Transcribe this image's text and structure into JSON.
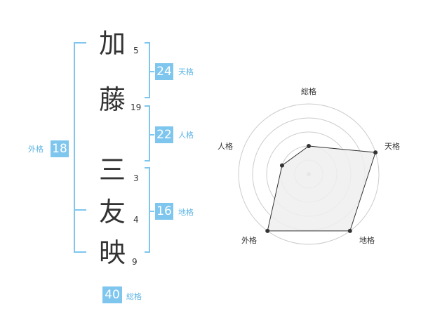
{
  "name": {
    "characters": [
      {
        "char": "加",
        "strokes": "5"
      },
      {
        "char": "藤",
        "strokes": "19"
      },
      {
        "char": "三",
        "strokes": "3"
      },
      {
        "char": "友",
        "strokes": "4"
      },
      {
        "char": "映",
        "strokes": "9"
      }
    ]
  },
  "fortunes": {
    "tenkaku": {
      "label": "天格",
      "value": "24"
    },
    "jinkaku": {
      "label": "人格",
      "value": "22"
    },
    "chikaku": {
      "label": "地格",
      "value": "16"
    },
    "gaikaku": {
      "label": "外格",
      "value": "18"
    },
    "soukaku": {
      "label": "総格",
      "value": "40"
    }
  },
  "radar": {
    "axes": [
      "総格",
      "天格",
      "地格",
      "外格",
      "人格"
    ],
    "levels": [
      0.4,
      1,
      1,
      1,
      0.4
    ],
    "max": 1,
    "rings": 5
  },
  "colors": {
    "accent": "#7fc6ee",
    "accent_text": "#5fb6e6",
    "polygon_fill": "#efefef",
    "grid": "#cccccc",
    "point": "#333333"
  }
}
